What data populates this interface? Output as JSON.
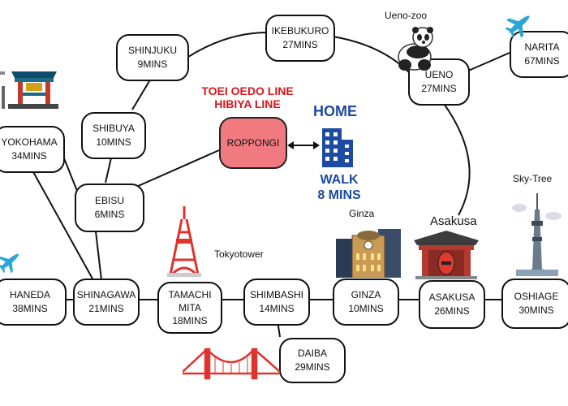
{
  "lines_label": {
    "line1": "TOEI OEDO LINE",
    "line2": "HIBIYA LINE"
  },
  "home": {
    "title": "HOME",
    "walk_line1": "WALK",
    "walk_line2": "8 MINS"
  },
  "stations": {
    "shinjuku": {
      "name": "SHINJUKU",
      "time": "9MINS"
    },
    "ikebukuro": {
      "name": "IKEBUKURO",
      "time": "27MINS"
    },
    "ueno": {
      "name": "UENO",
      "time": "27MINS"
    },
    "narita": {
      "name": "NARITA",
      "time": "67MINS"
    },
    "shibuya": {
      "name": "SHIBUYA",
      "time": "10MINS"
    },
    "roppongi": {
      "name": "ROPPONGI"
    },
    "yokohama": {
      "name": "YOKOHAMA",
      "time": "34MINS"
    },
    "ebisu": {
      "name": "EBISU",
      "time": "6MINS"
    },
    "haneda": {
      "name": "HANEDA",
      "time": "38MINS"
    },
    "shinagawa": {
      "name": "SHINAGAWA",
      "time": "21MINS"
    },
    "tamachi": {
      "name": "TAMACHI",
      "name2": "MITA",
      "time": "18MINS"
    },
    "shimbashi": {
      "name": "SHIMBASHI",
      "time": "14MINS"
    },
    "ginza": {
      "name": "GINZA",
      "time": "10MINS"
    },
    "asakusa": {
      "name": "ASAKUSA",
      "time": "26MINS"
    },
    "oshiage": {
      "name": "OSHIAGE",
      "time": "30MINS"
    },
    "daiba": {
      "name": "DAIBA",
      "time": "29MINS"
    }
  },
  "landmarks": {
    "ueno_zoo": "Ueno-zoo",
    "sky_tree": "Sky-Tree",
    "ginza": "Ginza",
    "asakusa": "Asakusa",
    "tokyo_tower": "Tokyotower"
  },
  "colors": {
    "line_red": "#d8151c",
    "home_blue": "#1d4aa3",
    "roppongi_fill": "#f07a80",
    "plane_blue": "#2aa6d6",
    "tower_red": "#e0332e"
  },
  "icons": [
    "plane-icon",
    "panda-icon",
    "chinatown-gate-icon",
    "building-icon",
    "tokyo-tower-icon",
    "ginza-wako-icon",
    "kaminarimon-gate-icon",
    "sky-tree-icon",
    "rainbow-bridge-icon",
    "double-arrow-icon"
  ]
}
